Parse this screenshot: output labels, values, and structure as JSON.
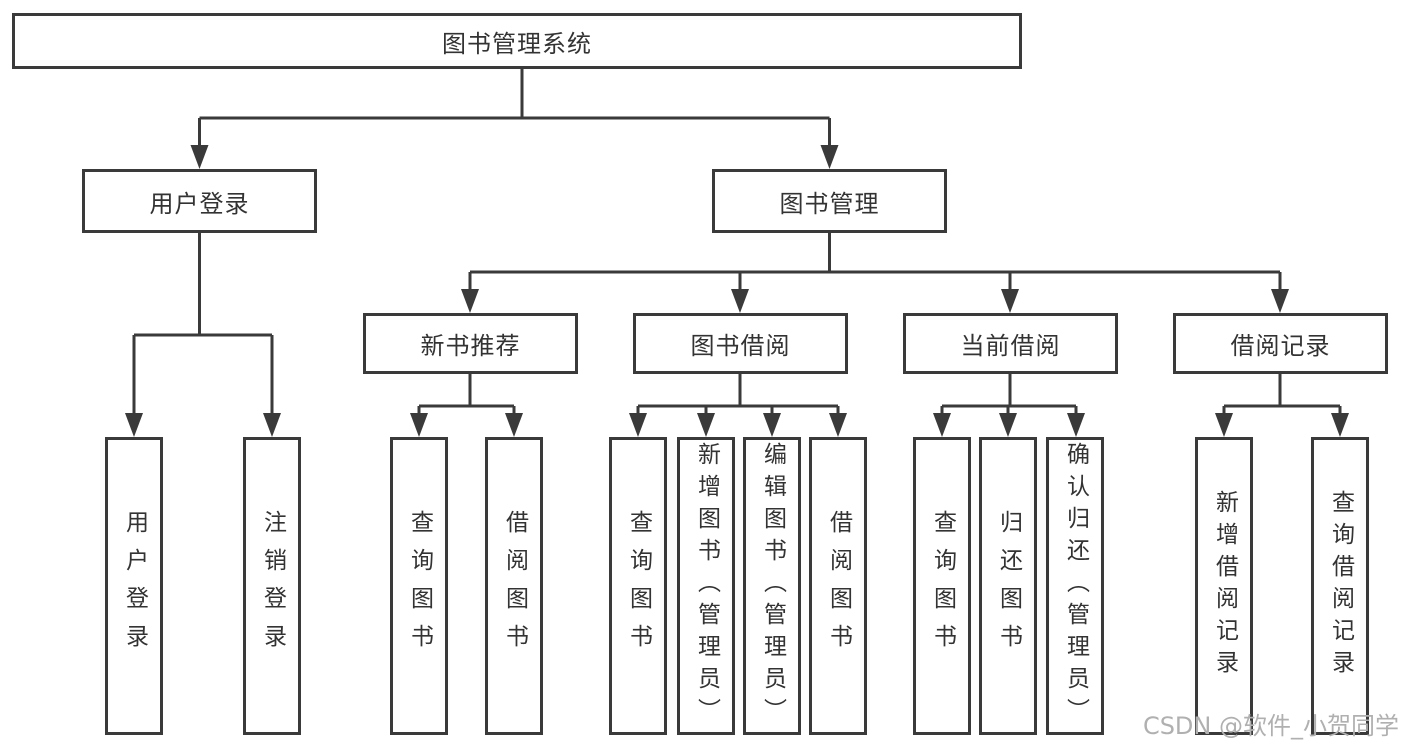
{
  "diagram": {
    "tree": {
      "label": "图书管理系统",
      "children": [
        {
          "label": "用户登录",
          "children": [
            {
              "label": "用户登录"
            },
            {
              "label": "注销登录"
            }
          ]
        },
        {
          "label": "图书管理",
          "children": [
            {
              "label": "新书推荐",
              "children": [
                {
                  "label": "查询图书"
                },
                {
                  "label": "借阅图书"
                }
              ]
            },
            {
              "label": "图书借阅",
              "children": [
                {
                  "label": "查询图书"
                },
                {
                  "label": "新增图书（管理员）"
                },
                {
                  "label": "编辑图书（管理员）"
                },
                {
                  "label": "借阅图书"
                }
              ]
            },
            {
              "label": "当前借阅",
              "children": [
                {
                  "label": "查询图书"
                },
                {
                  "label": "归还图书"
                },
                {
                  "label": "确认归还（管理员）"
                }
              ]
            },
            {
              "label": "借阅记录",
              "children": [
                {
                  "label": "新增借阅记录"
                },
                {
                  "label": "查询借阅记录"
                }
              ]
            }
          ]
        }
      ]
    },
    "colors": {
      "line": "#3a3a3a",
      "box_border": "#3a3a3a",
      "box_fill": "#ffffff",
      "text": "#333333",
      "watermark": "#b0b0b0"
    }
  },
  "watermark": {
    "text": "CSDN @软件_小贺同学"
  }
}
